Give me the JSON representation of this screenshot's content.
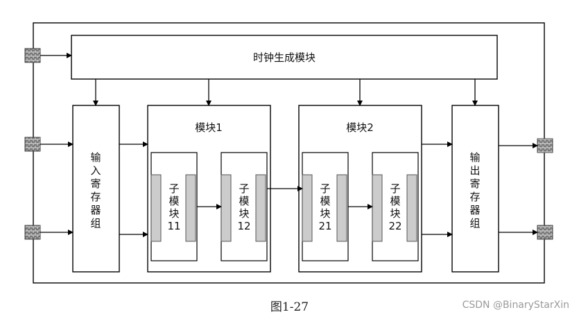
{
  "diagram": {
    "clock_module": "时钟生成模块",
    "input_register": [
      "输",
      "入",
      "寄",
      "存",
      "器",
      "组"
    ],
    "output_register": [
      "输",
      "出",
      "寄",
      "存",
      "器",
      "组"
    ],
    "module1": {
      "title": "模块1",
      "sub_a": [
        "子",
        "模",
        "块",
        "11"
      ],
      "sub_b": [
        "子",
        "模",
        "块",
        "12"
      ]
    },
    "module2": {
      "title": "模块2",
      "sub_a": [
        "子",
        "模",
        "块",
        "21"
      ],
      "sub_b": [
        "子",
        "模",
        "块",
        "22"
      ]
    }
  },
  "caption": "图1-27",
  "watermark": "CSDN @BinaryStarXin",
  "colors": {
    "line": "#000000",
    "stripe": "#cccccc",
    "port": "#7a7a7a"
  }
}
